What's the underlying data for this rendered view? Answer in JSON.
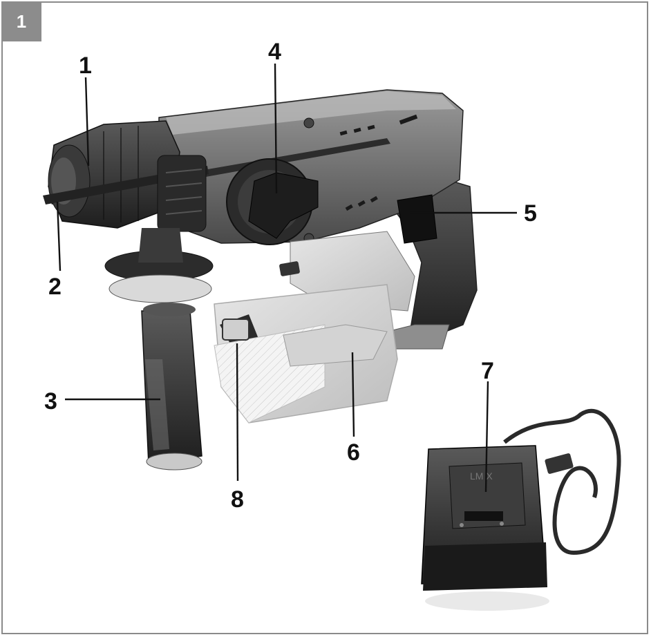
{
  "figure": {
    "number": "1"
  },
  "callouts": [
    {
      "id": "1",
      "label": "1"
    },
    {
      "id": "2",
      "label": "2"
    },
    {
      "id": "3",
      "label": "3"
    },
    {
      "id": "4",
      "label": "4"
    },
    {
      "id": "5",
      "label": "5"
    },
    {
      "id": "6",
      "label": "6"
    },
    {
      "id": "7",
      "label": "7"
    },
    {
      "id": "8",
      "label": "8"
    }
  ],
  "charger": {
    "imprint": "LM X"
  },
  "colors": {
    "badge": "#8c8c8c",
    "frame": "#8a8a8a",
    "ink": "#111111"
  }
}
